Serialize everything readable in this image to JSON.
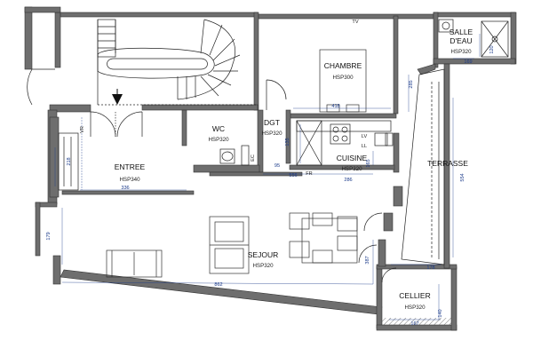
{
  "rooms": {
    "salle_deau": {
      "name": "SALLE\nD'EAU",
      "line1": "SALLE",
      "line2": "D'EAU",
      "hsp": "HSP320"
    },
    "chambre": {
      "name": "CHAMBRE",
      "hsp": "HSP300"
    },
    "wc": {
      "name": "WC",
      "hsp": "HSP320"
    },
    "dgt": {
      "name": "DGT",
      "hsp": "HSP320"
    },
    "entree": {
      "name": "ENTREE",
      "hsp": "HSP340"
    },
    "cuisine": {
      "name": "CUISINE",
      "hsp": "HSP320"
    },
    "terrasse": {
      "name": "TERRASSE"
    },
    "sejour": {
      "name": "SEJOUR",
      "hsp": "HSP320"
    },
    "cellier": {
      "name": "CELLIER",
      "hsp": "HSP320"
    }
  },
  "dimensions": {
    "d_169": "169",
    "d_120": "120",
    "d_285": "285",
    "d_418": "418",
    "d_95": "95",
    "d_135": "135",
    "d_165": "165",
    "d_286": "286",
    "d_554": "554",
    "d_556": "556",
    "d_336": "336",
    "d_218": "218",
    "d_179": "179",
    "d_862": "862",
    "d_178": "178",
    "d_387": "387",
    "d_140": "140",
    "d_167": "167"
  },
  "symbols": {
    "tv": "TV",
    "fr": "FR",
    "lv": "LV",
    "ll": "LL",
    "vr": "VR",
    "ec": "EC"
  }
}
